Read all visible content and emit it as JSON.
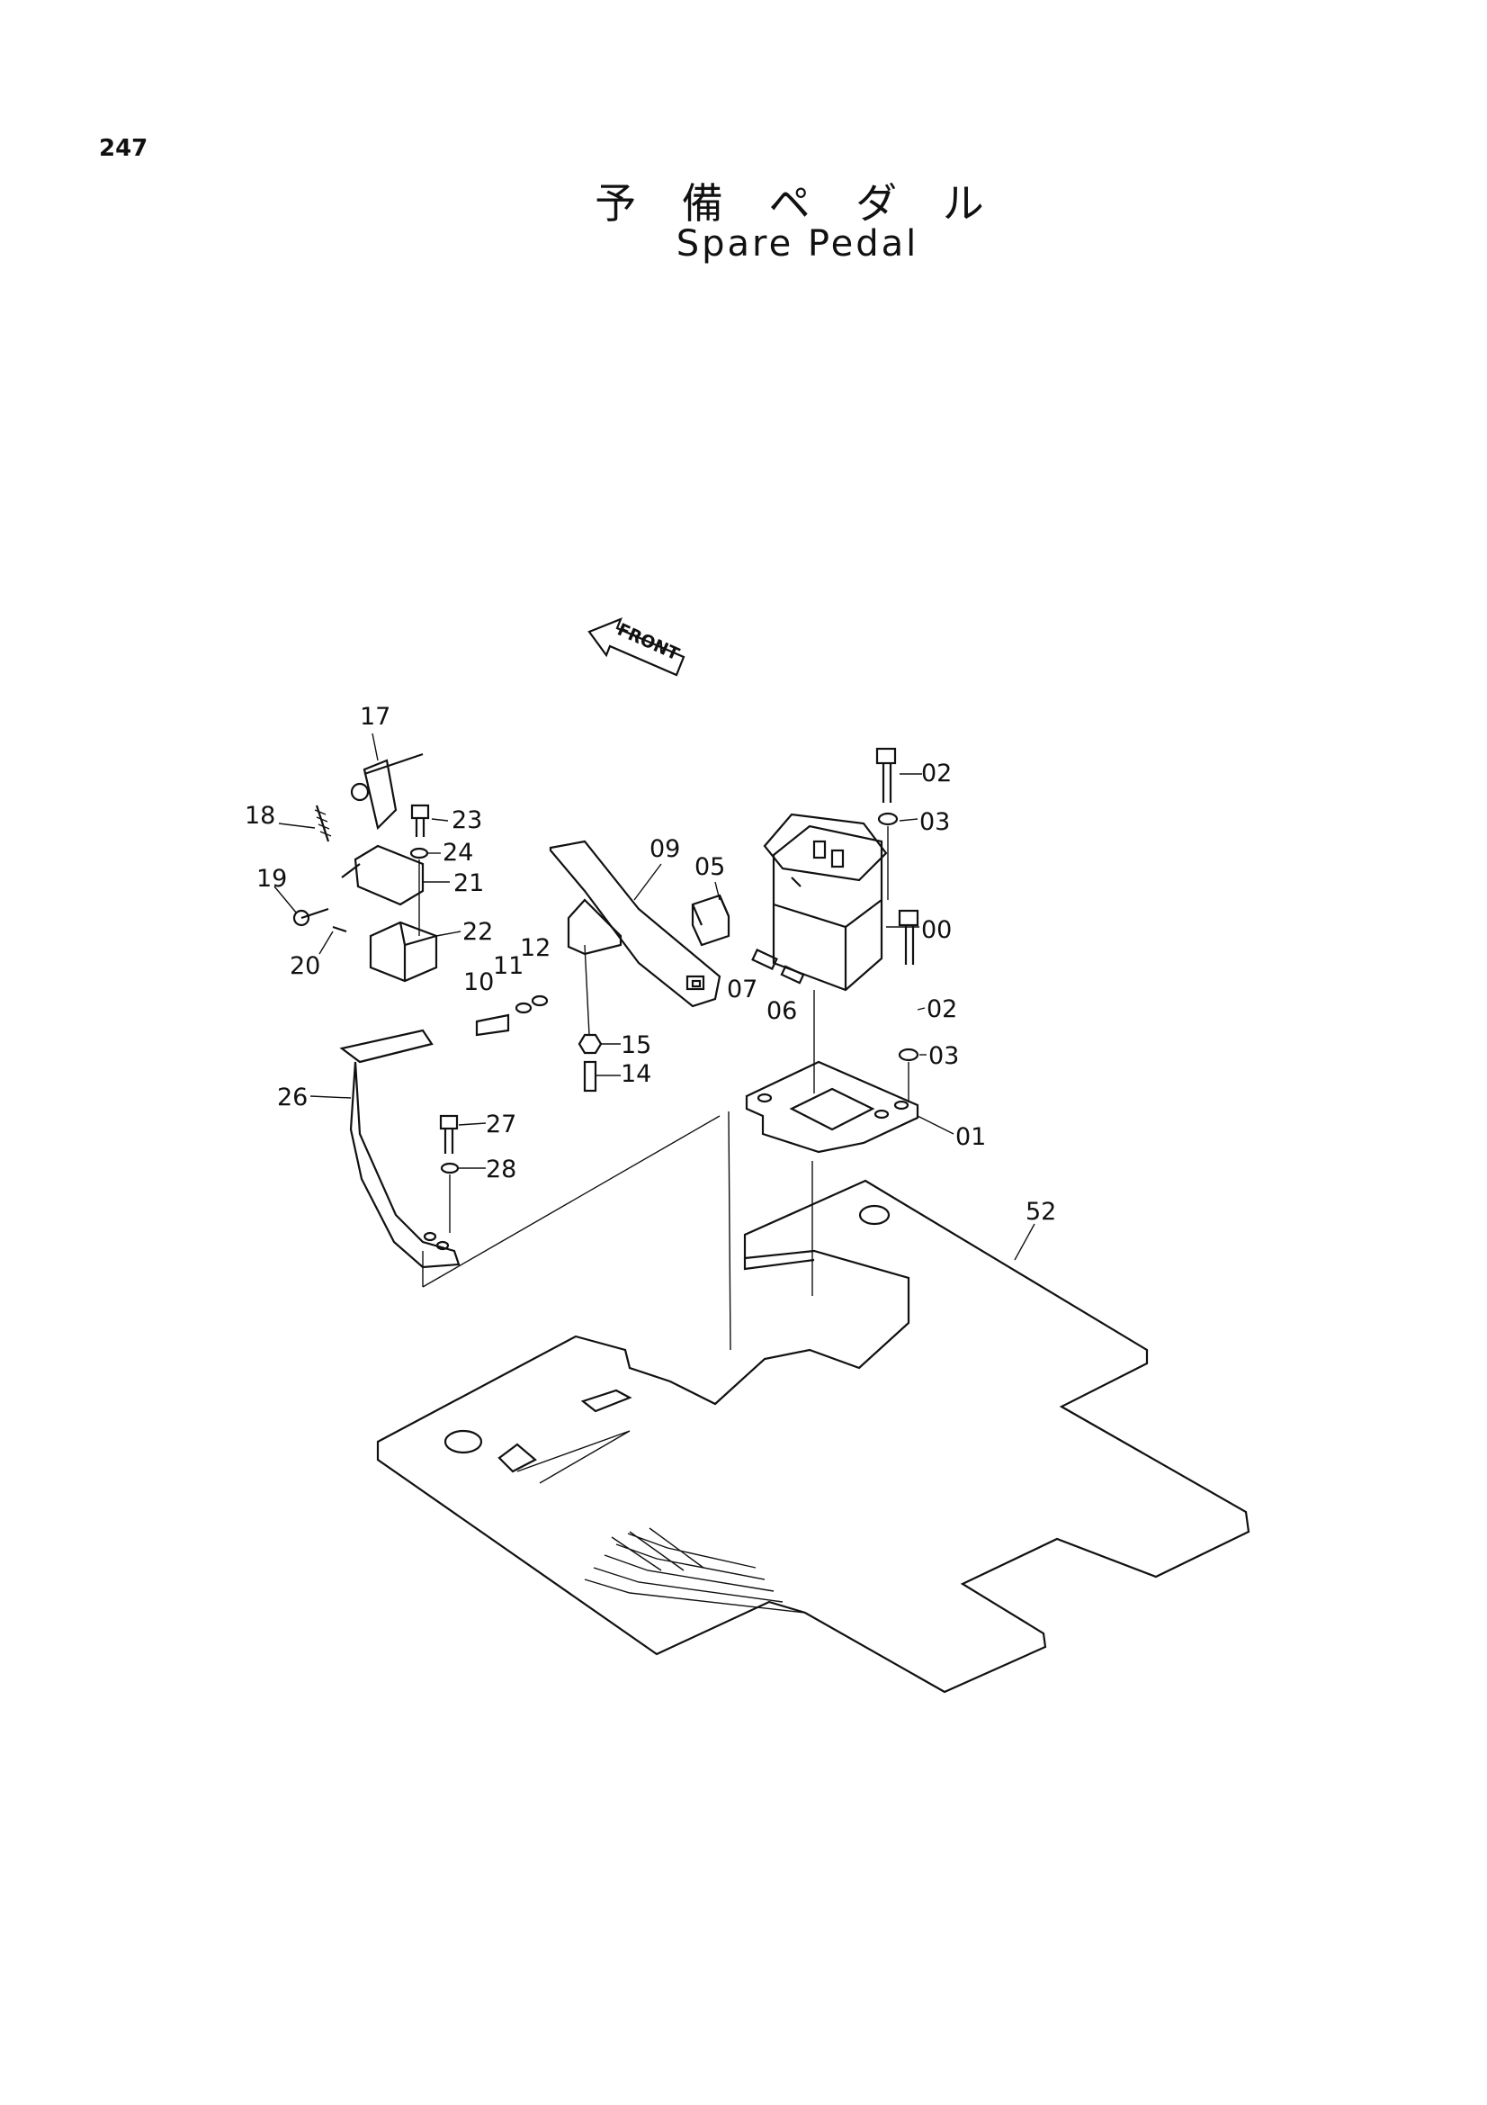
{
  "page_number": "247",
  "title_jp": "予 備 ペ ダ ル",
  "title_en": "Spare Pedal",
  "front_label": "FRONT",
  "callouts": {
    "c00": "00",
    "c01": "01",
    "c02a": "02",
    "c03a": "03",
    "c02b": "02",
    "c03b": "03",
    "c05": "05",
    "c06": "06",
    "c07": "07",
    "c09": "09",
    "c10": "10",
    "c11": "11",
    "c12": "12",
    "c14": "14",
    "c15": "15",
    "c17": "17",
    "c18": "18",
    "c19": "19",
    "c20": "20",
    "c21": "21",
    "c22": "22",
    "c23": "23",
    "c24": "24",
    "c26": "26",
    "c27": "27",
    "c28": "28",
    "c52": "52"
  }
}
